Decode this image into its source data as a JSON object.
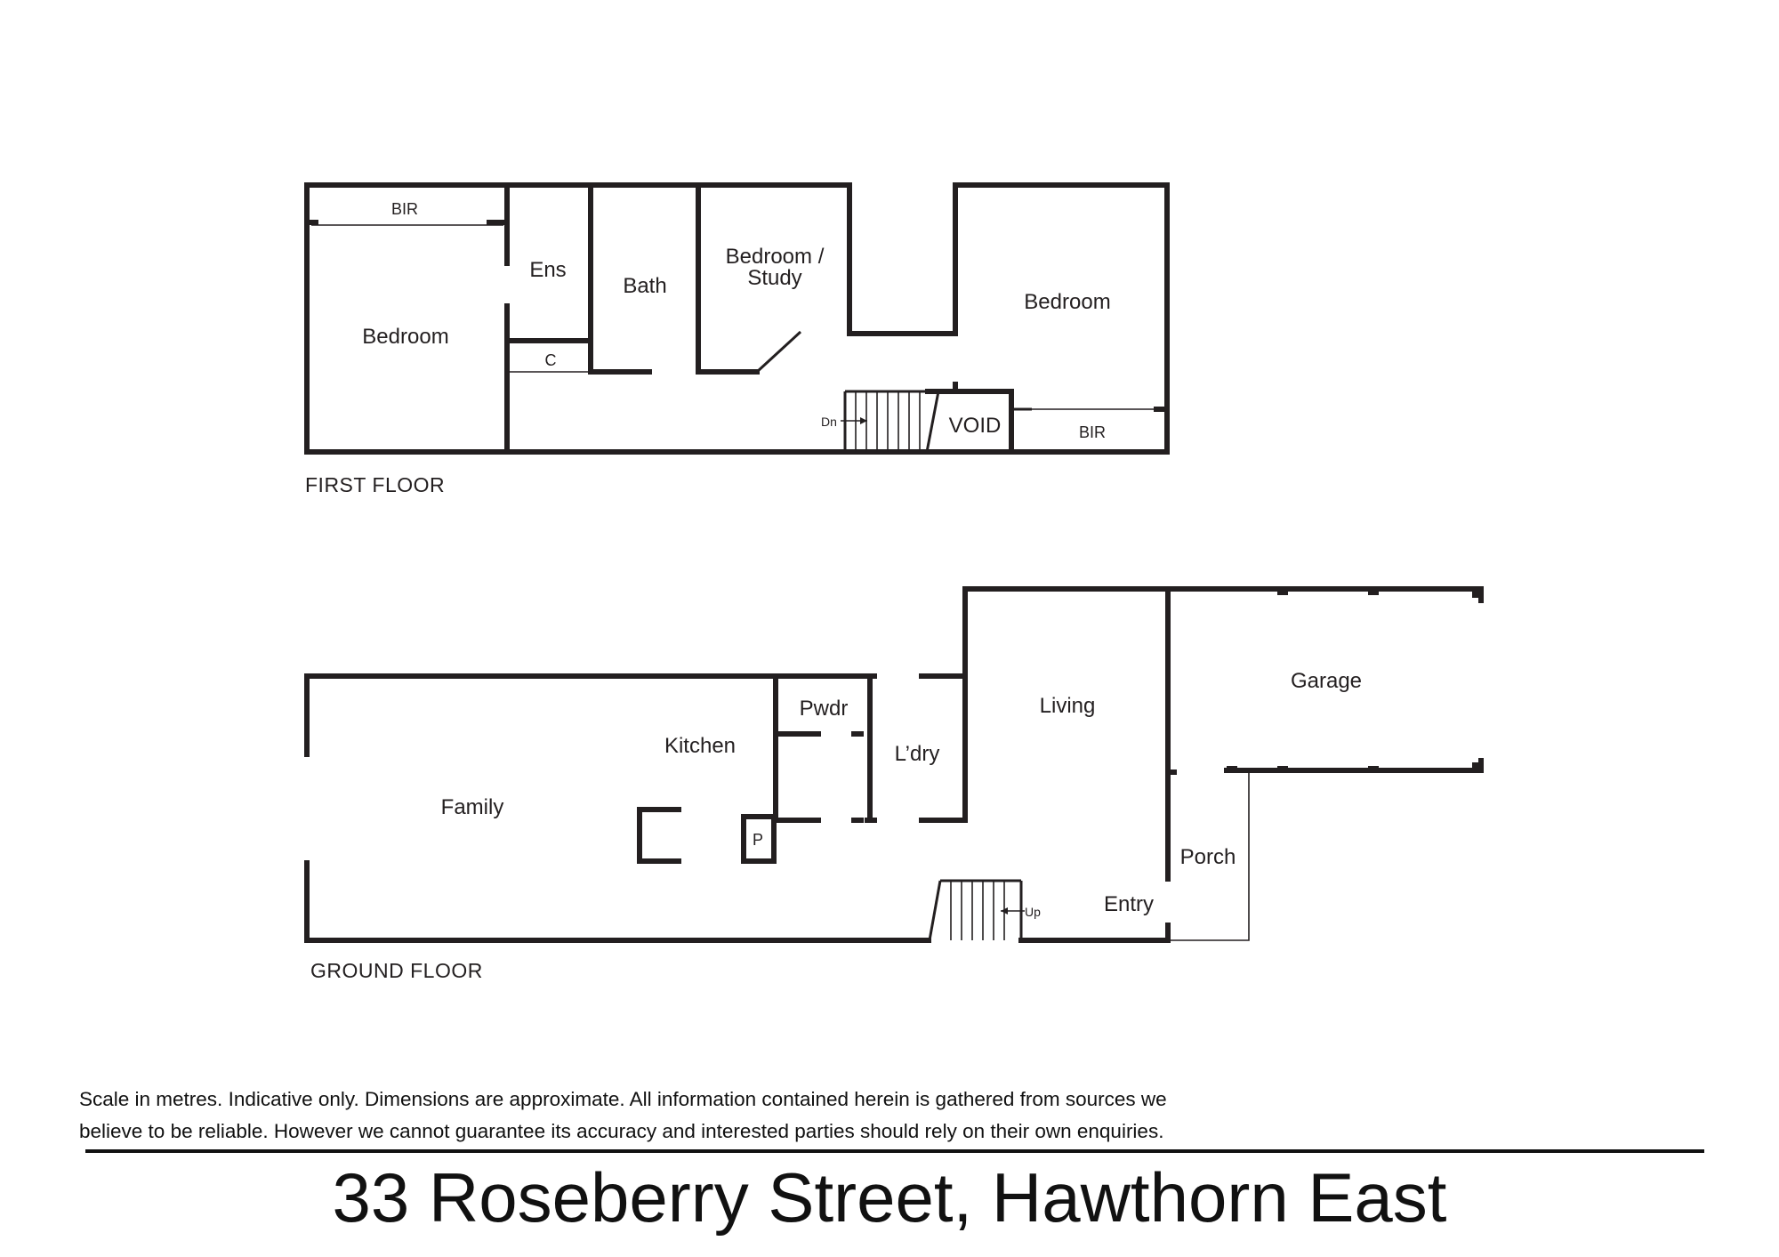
{
  "first_floor": {
    "label": "FIRST FLOOR",
    "rooms": {
      "bir_left": "BIR",
      "ens": "Ens",
      "bath": "Bath",
      "bedroom_study_line1": "Bedroom /",
      "bedroom_study_line2": "Study",
      "bedroom_left": "Bedroom",
      "cupboard": "C",
      "bedroom_right": "Bedroom",
      "void": "VOID",
      "bir_right": "BIR",
      "stair_dn": "Dn"
    }
  },
  "ground_floor": {
    "label": "GROUND FLOOR",
    "rooms": {
      "family": "Family",
      "kitchen": "Kitchen",
      "pwdr": "Pwdr",
      "pantry": "P",
      "laundry": "L’dry",
      "living": "Living",
      "garage": "Garage",
      "porch": "Porch",
      "entry": "Entry",
      "stair_up": "Up"
    }
  },
  "disclaimer": {
    "line1": "Scale in metres. Indicative only. Dimensions are approximate. All information contained herein is gathered from sources we",
    "line2": "believe to be reliable. However we cannot guarantee its accuracy and interested parties should rely on their own enquiries."
  },
  "address": "33 Roseberry Street, Hawthorn East"
}
